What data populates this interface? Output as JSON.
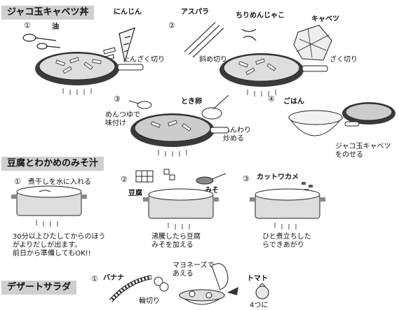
{
  "sections": {
    "s1": {
      "title": "ジャコ玉キャベツ丼",
      "step1": {
        "num": "①",
        "oil": "油",
        "ninjin": "にんじん",
        "cut": "たんざく切り"
      },
      "step2": {
        "num": "②",
        "asupara": "アスパラ",
        "chirimen": "ちりめんじゃこ",
        "cabbage": "キャベツ",
        "naname": "斜め切り",
        "zaku": "ざく切り"
      },
      "step3": {
        "num": "③",
        "egg": "とき卵",
        "tsuyu": "めんつゆで\n味付け",
        "fuwari": "ふんわり\n炒める"
      },
      "step4": {
        "num": "④",
        "rice": "ごはん",
        "serve": "ジャコ玉キャベツ\nをのせる"
      }
    },
    "s2": {
      "title": "豆腐とわかめのみそ汁",
      "step1": {
        "num": "①",
        "text": "煮干しを水に入れる",
        "note": "30分以上ひたしてからのほう\nがよりだしが出ます。\n前日から準備してもOK!!"
      },
      "step2": {
        "num": "②",
        "tofu": "豆腐",
        "miso": "みそ",
        "text": "沸騰したら豆腐\nみそを加える"
      },
      "step3": {
        "num": "③",
        "wakame": "カットワカメ",
        "text": "ひと煮立ちした\nらできあがり"
      }
    },
    "s3": {
      "title": "デザートサラダ",
      "step1": {
        "num": "①",
        "banana": "バナナ",
        "wagiri": "輪切り",
        "mayo": "マヨネーズで\nあえる",
        "tomato": "トマト",
        "tomato_cut": "4つに"
      }
    }
  },
  "colors": {
    "title_bg": "#cfcfcf",
    "line": "#222222",
    "pan_dark": "#3a3a3a",
    "flame": "#888888"
  }
}
